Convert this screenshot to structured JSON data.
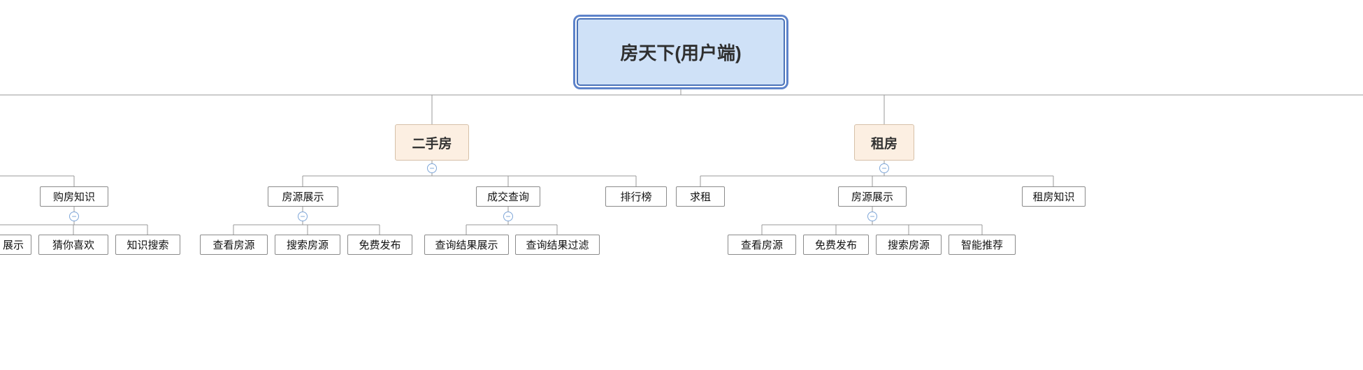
{
  "diagram": {
    "root": {
      "label": "房天下(用户端)"
    },
    "branches": {
      "second_hand": "二手房",
      "rent": "租房"
    },
    "nodes": {
      "buy_knowledge": "购房知识",
      "display_partial": "展示",
      "guess_you_like": "猜你喜欢",
      "knowledge_search": "知识搜索",
      "listing_display_esf": "房源展示",
      "deal_query": "成交查询",
      "ranking": "排行榜",
      "view_listing_esf": "查看房源",
      "search_listing_esf": "搜索房源",
      "free_publish_esf": "免费发布",
      "query_result_display": "查询结果展示",
      "query_result_filter": "查询结果过滤",
      "seek_rent": "求租",
      "listing_display_rent": "房源展示",
      "rent_knowledge": "租房知识",
      "view_listing_rent": "查看房源",
      "free_publish_rent": "免费发布",
      "search_listing_rent": "搜索房源",
      "smart_recommend": "智能推荐"
    },
    "icons": {
      "collapse_minus": "−"
    },
    "colors": {
      "root_fill": "#cfe1f7",
      "root_border": "#4a72b8",
      "root_outline": "#5d83ca",
      "branch_fill": "#fcefe2",
      "branch_border": "#d6c0a8",
      "node_fill": "#ffffff",
      "node_border": "#8a8a8a",
      "connector": "#999999",
      "collapse_icon": "#7ea6d8"
    }
  }
}
